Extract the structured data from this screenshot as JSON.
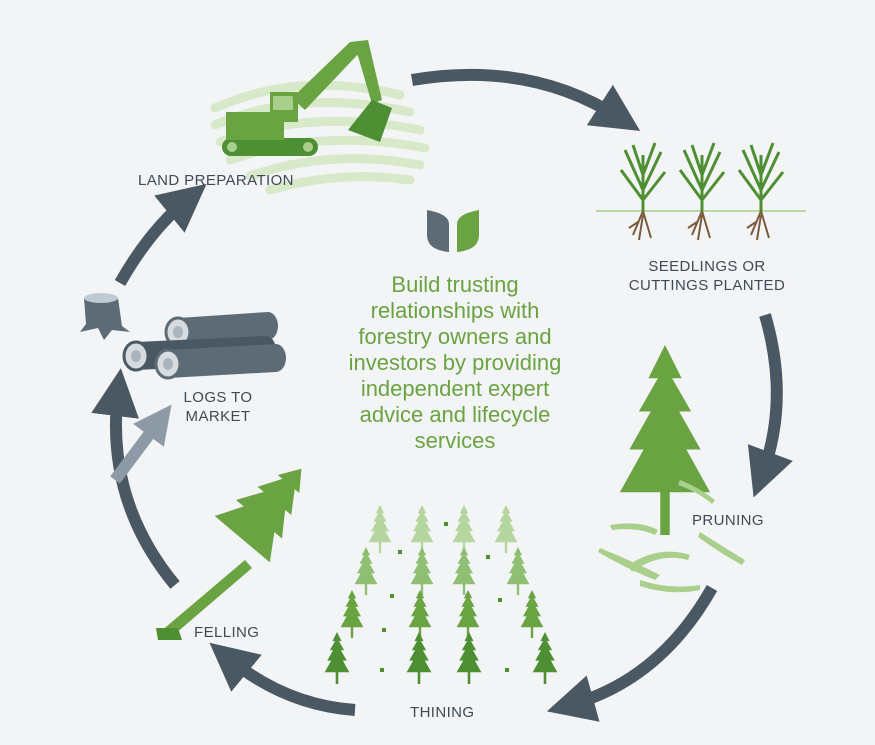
{
  "colors": {
    "arrow": "#4a5864",
    "arrow_light": "#8d9aa5",
    "green_dark": "#4e8f33",
    "green_mid": "#6aa342",
    "green_light": "#a9cf8c",
    "green_pale": "#d8e9c9",
    "log_grey": "#5d6b77",
    "label": "#3e4a55",
    "logo_grey": "#5d6b77",
    "logo_green": "#6aa342"
  },
  "icons": {
    "land_preparation": "excavator-icon",
    "seedlings": "seedling-icon",
    "pruning": "tree-icon",
    "thinning": "tree-grid-icon",
    "felling": "felled-tree-icon",
    "logs": "logs-icon",
    "logo": "leaf-logo-icon"
  },
  "center": {
    "lines": [
      "Build trusting",
      "relationships with",
      "forestry owners and",
      "investors by providing",
      "independent expert",
      "advice and lifecycle",
      "services"
    ]
  },
  "stages": {
    "land_preparation": {
      "label": "LAND PREPARATION"
    },
    "seedlings": {
      "label_line1": "SEEDLINGS OR",
      "label_line2": "CUTTINGS PLANTED"
    },
    "pruning": {
      "label": "PRUNING"
    },
    "thinning": {
      "label": "THINING"
    },
    "felling": {
      "label": "FELLING"
    },
    "logs": {
      "label_line1": "LOGS TO",
      "label_line2": "MARKET"
    }
  }
}
